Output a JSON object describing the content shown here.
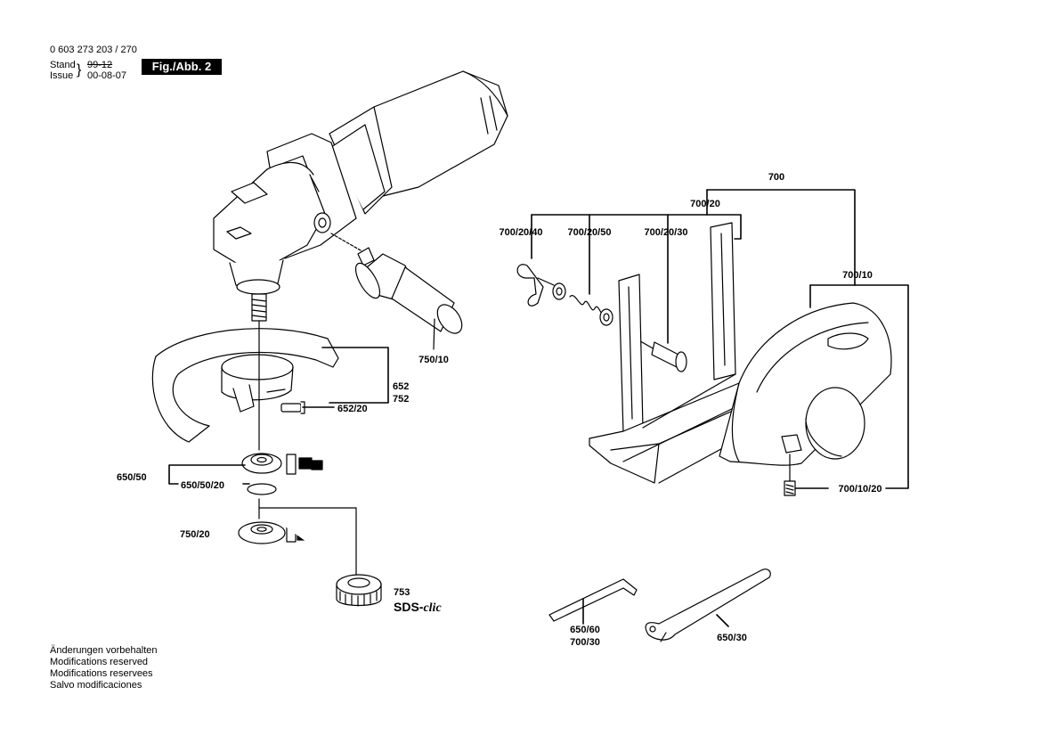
{
  "header": {
    "doc_number": "0 603 273 203 / 270",
    "stand_label": "Stand",
    "issue_label": "Issue",
    "old_date": "99-12",
    "date": "00-08-07",
    "figure": "Fig./Abb. 2"
  },
  "parts": {
    "p700": "700",
    "p700_20": "700/20",
    "p700_20_40": "700/20/40",
    "p700_20_50": "700/20/50",
    "p700_20_30": "700/20/30",
    "p700_10": "700/10",
    "p700_10_20": "700/10/20",
    "p750_10": "750/10",
    "p652": "652",
    "p752": "752",
    "p652_20": "652/20",
    "p650_50": "650/50",
    "p650_50_20": "650/50/20",
    "p750_20": "750/20",
    "p753": "753",
    "p650_60": "650/60",
    "p700_30": "700/30",
    "p650_30": "650/30"
  },
  "sds": {
    "prefix": "SDS-",
    "suffix": "clic"
  },
  "footer": {
    "notes": [
      "Änderungen vorbehalten",
      "Modifications reserved",
      "Modifications reservees",
      "Salvo modificaciones"
    ]
  }
}
